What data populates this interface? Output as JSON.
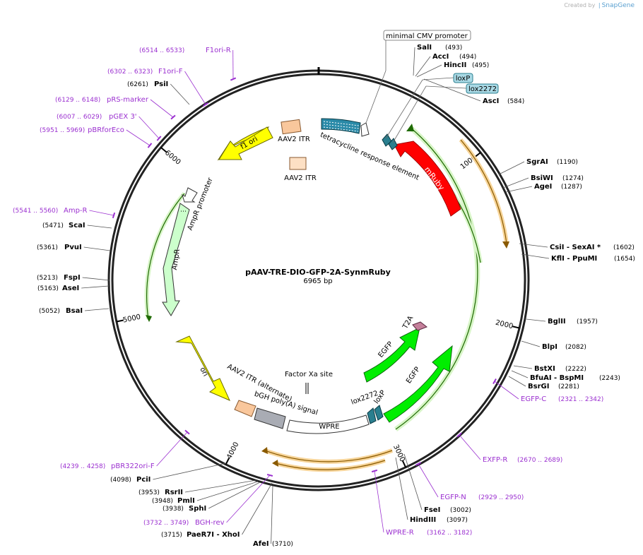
{
  "app": {
    "credit_prefix": "Created by",
    "credit_brand": "SnapGene"
  },
  "plasmid": {
    "name": "pAAV-TRE-DIO-GFP-2A-SynmRuby",
    "length_label": "6965 bp",
    "length": 6965
  },
  "ticks": [
    "1000",
    "2000",
    "3000",
    "4000",
    "5000",
    "6000"
  ],
  "enzymes": [
    {
      "name": "SalI",
      "pos": "(493)"
    },
    {
      "name": "AccI",
      "pos": "(494)"
    },
    {
      "name": "HincII",
      "pos": "(495)"
    },
    {
      "name": "AscI",
      "pos": "(584)"
    },
    {
      "name": "SgrAI",
      "pos": "(1190)"
    },
    {
      "name": "BsiWI",
      "pos": "(1274)"
    },
    {
      "name": "AgeI",
      "pos": "(1287)"
    },
    {
      "name": "CsiI  - SexAI *",
      "pos": "(1602)"
    },
    {
      "name": "KflI  - PpuMI",
      "pos": "(1654)"
    },
    {
      "name": "BglII",
      "pos": "(1957)"
    },
    {
      "name": "BlpI",
      "pos": "(2082)"
    },
    {
      "name": "BstXI",
      "pos": "(2222)"
    },
    {
      "name": "BfuAI  - BspMI",
      "pos": "(2243)"
    },
    {
      "name": "BsrGI",
      "pos": "(2281)"
    },
    {
      "name": "FseI",
      "pos": "(3002)"
    },
    {
      "name": "HindIII",
      "pos": "(3097)"
    },
    {
      "name": "AfeI",
      "pos": "(3710)"
    },
    {
      "name": "PaeR7I  - XhoI",
      "pos": "(3715)"
    },
    {
      "name": "SphI",
      "pos": "(3938)"
    },
    {
      "name": "PmlI",
      "pos": "(3948)"
    },
    {
      "name": "RsrII",
      "pos": "(3953)"
    },
    {
      "name": "PciI",
      "pos": "(4098)"
    },
    {
      "name": "BsaI",
      "pos": "(5052)"
    },
    {
      "name": "AseI",
      "pos": "(5163)"
    },
    {
      "name": "FspI",
      "pos": "(5213)"
    },
    {
      "name": "PvuI",
      "pos": "(5361)"
    },
    {
      "name": "ScaI",
      "pos": "(5471)"
    },
    {
      "name": "PsiI",
      "pos": "(6261)"
    }
  ],
  "primers": [
    {
      "name": "F1ori-R",
      "pos": "(6514 .. 6533)"
    },
    {
      "name": "F1ori-F",
      "pos": "(6302 .. 6323)"
    },
    {
      "name": "pRS-marker",
      "pos": "(6129 .. 6148)"
    },
    {
      "name": "pGEX 3'",
      "pos": "(6007 .. 6029)"
    },
    {
      "name": "pBRforEco",
      "pos": "(5951 .. 5969)"
    },
    {
      "name": "Amp-R",
      "pos": "(5541 .. 5560)"
    },
    {
      "name": "EGFP-C",
      "pos": "(2321 .. 2342)"
    },
    {
      "name": "EXFP-R",
      "pos": "(2670 .. 2689)"
    },
    {
      "name": "EGFP-N",
      "pos": "(2929 .. 2950)"
    },
    {
      "name": "WPRE-R",
      "pos": "(3162 .. 3182)"
    },
    {
      "name": "BGH-rev",
      "pos": "(3732 .. 3749)"
    },
    {
      "name": "pBR322ori-F",
      "pos": "(4239 .. 4258)"
    }
  ],
  "boxed_labels": [
    {
      "name": "minimal CMV promoter",
      "style": "plain"
    },
    {
      "name": "loxP",
      "style": "teal"
    },
    {
      "name": "lox2272",
      "style": "teal"
    }
  ],
  "features": {
    "mruby": "mRuby",
    "f1ori": "f1 ori",
    "ori": "ori",
    "ampr": "AmpR",
    "ampr_promoter": "AmpR promoter",
    "egfp_outer": "EGFP",
    "egfp_inner": "EGFP",
    "t2a": "T2A",
    "aav2itr_1": "AAV2 ITR",
    "aav2itr_2": "AAV2 ITR",
    "aav2itr_alt": "AAV2 ITR (alternate)",
    "tre": "tetracycline response element",
    "factor_xa": "Factor Xa site",
    "bgh": "bGH poly(A) signal",
    "wpre": "WPRE",
    "lox2272_inner": "lox2272",
    "loxp_inner": "loxP"
  },
  "colors": {
    "mruby": "#ff0000",
    "egfp": "#00ff00",
    "yellow": "#ffff00",
    "ampr": "#ccffcc",
    "itr": "#f9c79c",
    "teal": "#2a7f8f",
    "primer": "#9b30d0",
    "orf": "#f7a633"
  }
}
